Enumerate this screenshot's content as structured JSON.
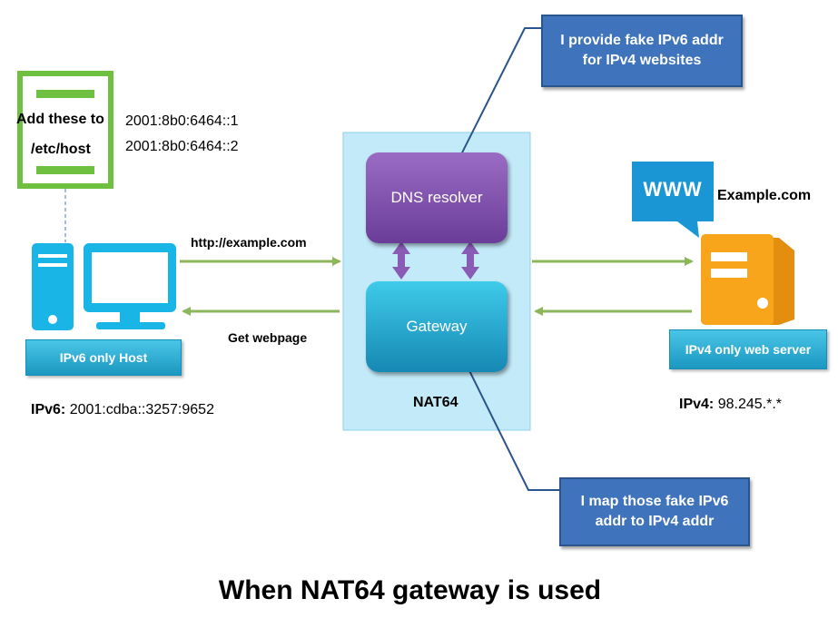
{
  "title": "When NAT64 gateway is used",
  "hosts_note": {
    "label_line1": "Add these to",
    "label_line2": "/etc/host",
    "addr1": "2001:8b0:6464::1",
    "addr2": "2001:8b0:6464::2"
  },
  "client": {
    "label": "IPv6 only Host",
    "ip_label": "IPv6:",
    "ip_value": "2001:cdba::3257:9652"
  },
  "request_label": "http://example.com",
  "response_label": "Get webpage",
  "nat64": {
    "label": "NAT64",
    "dns_label": "DNS resolver",
    "gateway_label": "Gateway"
  },
  "callouts": {
    "dns_line1": "I provide fake IPv6 addr",
    "dns_line2": "for IPv4 websites",
    "gateway_line1": "I map those fake IPv6",
    "gateway_line2": "addr to IPv4 addr"
  },
  "server": {
    "www_badge": "WWW",
    "site_name": "Example.com",
    "label": "IPv4 only web server",
    "ip_label": "IPv4:",
    "ip_value": "98.245.*.*"
  },
  "colors": {
    "arrow_green": "#8db65b",
    "nat64_panel": "#c3eaf8",
    "callout_blue": "#3f74bc",
    "server_orange": "#f9a51b",
    "client_cyan": "#19b5e6"
  }
}
